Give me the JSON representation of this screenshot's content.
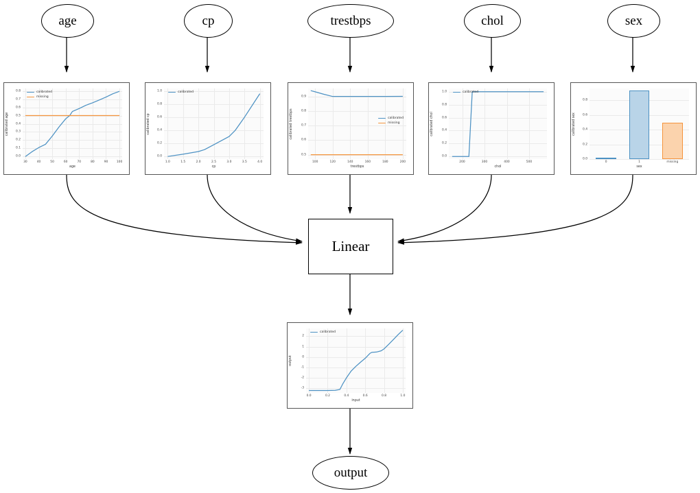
{
  "graph": {
    "inputs": [
      {
        "id": "age",
        "label": "age"
      },
      {
        "id": "cp",
        "label": "cp"
      },
      {
        "id": "trestbps",
        "label": "trestbps"
      },
      {
        "id": "chol",
        "label": "chol"
      },
      {
        "id": "sex",
        "label": "sex"
      }
    ],
    "linear_node_label": "Linear",
    "output_node_label": "output"
  },
  "colors": {
    "calibrated": "#4c91c3",
    "missing": "#f5943c",
    "bar_blue_fill": "#b9d4e8",
    "bar_blue_edge": "#4c91c3",
    "bar_orange_fill": "#fbd3ad",
    "bar_orange_edge": "#f5943c",
    "panel_border": "#555555",
    "node_stroke": "#000000",
    "edge_stroke": "#000000",
    "grid": "#eaeaea"
  },
  "legend_labels": {
    "calibrated": "calibrated",
    "missing": "missing"
  },
  "chart_data": [
    {
      "id": "age",
      "type": "line",
      "title": "",
      "xlabel": "age",
      "ylabel": "calibrated age",
      "xlim": [
        28,
        102
      ],
      "ylim": [
        -0.03,
        0.83
      ],
      "xticks": [
        30,
        40,
        50,
        60,
        70,
        80,
        90,
        100
      ],
      "yticks": [
        0.0,
        0.1,
        0.2,
        0.3,
        0.4,
        0.5,
        0.6,
        0.7,
        0.8
      ],
      "grid": true,
      "legend_position": "upper-left",
      "series": [
        {
          "name": "calibrated",
          "color": "#4c91c3",
          "x": [
            30,
            35,
            40,
            45,
            50,
            55,
            60,
            63,
            65,
            70,
            75,
            80,
            85,
            90,
            95,
            100
          ],
          "y": [
            0.0,
            0.06,
            0.11,
            0.15,
            0.25,
            0.36,
            0.46,
            0.5,
            0.55,
            0.585,
            0.625,
            0.655,
            0.69,
            0.725,
            0.765,
            0.795
          ]
        },
        {
          "name": "missing",
          "color": "#f5943c",
          "x": [
            30,
            100
          ],
          "y": [
            0.5,
            0.5
          ]
        }
      ]
    },
    {
      "id": "cp",
      "type": "line",
      "title": "",
      "xlabel": "cp",
      "ylabel": "calibrated cp",
      "xlim": [
        0.88,
        4.12
      ],
      "ylim": [
        -0.04,
        1.04
      ],
      "xticks": [
        1.0,
        1.5,
        2.0,
        2.5,
        3.0,
        3.5,
        4.0
      ],
      "yticks": [
        0.0,
        0.2,
        0.4,
        0.6,
        0.8,
        1.0
      ],
      "grid": true,
      "legend_position": "upper-left",
      "series": [
        {
          "name": "calibrated",
          "color": "#4c91c3",
          "x": [
            1.0,
            1.5,
            2.0,
            2.2,
            2.5,
            3.0,
            3.2,
            3.5,
            4.0
          ],
          "y": [
            0.0,
            0.035,
            0.075,
            0.105,
            0.18,
            0.305,
            0.4,
            0.6,
            0.96
          ]
        }
      ]
    },
    {
      "id": "trestbps",
      "type": "line",
      "title": "",
      "xlabel": "trestbps",
      "ylabel": "calibrated trestbps",
      "xlim": [
        92,
        204
      ],
      "ylim": [
        0.47,
        0.955
      ],
      "xticks": [
        100,
        120,
        140,
        160,
        180,
        200
      ],
      "yticks": [
        0.5,
        0.6,
        0.7,
        0.8,
        0.9
      ],
      "grid": true,
      "legend_position": "center-right",
      "series": [
        {
          "name": "calibrated",
          "color": "#4c91c3",
          "x": [
            95,
            100,
            110,
            120,
            140,
            160,
            180,
            200
          ],
          "y": [
            0.94,
            0.932,
            0.915,
            0.9,
            0.9,
            0.9,
            0.9,
            0.901
          ]
        },
        {
          "name": "missing",
          "color": "#f5943c",
          "x": [
            95,
            200
          ],
          "y": [
            0.5,
            0.5
          ]
        }
      ]
    },
    {
      "id": "chol",
      "type": "line",
      "title": "",
      "xlabel": "chol",
      "ylabel": "calibrated chol",
      "xlim": [
        140,
        580
      ],
      "ylim": [
        -0.04,
        1.05
      ],
      "xticks": [
        200,
        300,
        400,
        500
      ],
      "yticks": [
        0.0,
        0.2,
        0.4,
        0.6,
        0.8,
        1.0
      ],
      "grid": true,
      "legend_position": "upper-left",
      "series": [
        {
          "name": "calibrated",
          "color": "#4c91c3",
          "x": [
            155,
            200,
            230,
            245,
            300,
            400,
            500,
            565
          ],
          "y": [
            0.0,
            0.0,
            0.0,
            1.0,
            1.0,
            1.0,
            1.0,
            1.0
          ]
        }
      ]
    },
    {
      "id": "sex",
      "type": "bar",
      "title": "",
      "xlabel": "sex",
      "ylabel": "calibrated sex",
      "categories": [
        "0",
        "1",
        "missing"
      ],
      "values": [
        0.0,
        0.93,
        0.49
      ],
      "ylim": [
        0.0,
        0.96
      ],
      "yticks": [
        0.0,
        0.2,
        0.4,
        0.6,
        0.8
      ],
      "grid": true,
      "bar_colors": [
        "#b9d4e8",
        "#b9d4e8",
        "#fbd3ad"
      ],
      "bar_edge_colors": [
        "#4c91c3",
        "#4c91c3",
        "#f5943c"
      ]
    },
    {
      "id": "output",
      "type": "line",
      "title": "",
      "xlabel": "input",
      "ylabel": "output",
      "xlim": [
        -0.03,
        1.03
      ],
      "ylim": [
        -3.45,
        2.75
      ],
      "xticks": [
        0.0,
        0.2,
        0.4,
        0.6,
        0.8,
        1.0
      ],
      "yticks": [
        -3,
        -2,
        -1,
        0,
        1,
        2
      ],
      "grid": true,
      "legend_position": "upper-left",
      "series": [
        {
          "name": "calibrated",
          "color": "#4c91c3",
          "x": [
            0.0,
            0.1,
            0.2,
            0.28,
            0.33,
            0.36,
            0.4,
            0.45,
            0.5,
            0.55,
            0.6,
            0.65,
            0.67,
            0.72,
            0.77,
            0.8,
            0.85,
            0.9,
            0.95,
            1.0
          ],
          "y": [
            -3.22,
            -3.22,
            -3.22,
            -3.2,
            -3.12,
            -2.6,
            -2.0,
            -1.35,
            -0.9,
            -0.5,
            -0.12,
            0.35,
            0.45,
            0.48,
            0.6,
            0.78,
            1.22,
            1.68,
            2.15,
            2.58
          ]
        }
      ]
    }
  ]
}
